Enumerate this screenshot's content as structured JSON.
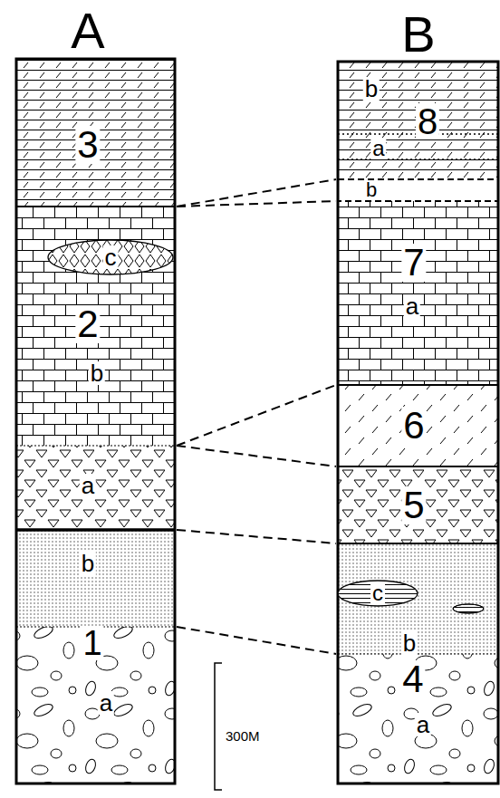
{
  "diagram": {
    "nodes": [
      {
        "text": [
          "A"
        ]
      },
      {
        "text": [
          "3"
        ],
        "in": 0
      },
      {
        "text": [
          "2"
        ],
        "in": 0
      },
      {
        "text": [
          "b"
        ],
        "in": 2
      },
      {
        "text": [
          "c"
        ],
        "in": 3
      },
      {
        "text": [
          "a"
        ],
        "in": 2
      },
      {
        "text": [
          "1"
        ],
        "in": 0
      },
      {
        "text": [
          "b"
        ],
        "in": 6
      },
      {
        "text": [
          "a"
        ],
        "in": 6
      },
      {
        "text": [
          "B"
        ]
      },
      {
        "text": [
          "8"
        ],
        "in": 9
      },
      {
        "text": [
          "b"
        ],
        "in": 10
      },
      {
        "text": [
          "a"
        ],
        "in": 10
      },
      {
        "text": [
          "7"
        ],
        "in": 9
      },
      {
        "text": [
          "b"
        ],
        "in": 13
      },
      {
        "text": [
          "a"
        ],
        "in": 13
      },
      {
        "text": [
          "6"
        ],
        "in": 9
      },
      {
        "text": [
          "5"
        ],
        "in": 9
      },
      {
        "text": [
          "4"
        ],
        "in": 9
      },
      {
        "text": [
          "b"
        ],
        "in": 18
      },
      {
        "text": [
          "c"
        ],
        "in": 19
      },
      {
        "text": [
          "a"
        ],
        "in": 18
      }
    ],
    "labels": [
      "300M"
    ]
  }
}
